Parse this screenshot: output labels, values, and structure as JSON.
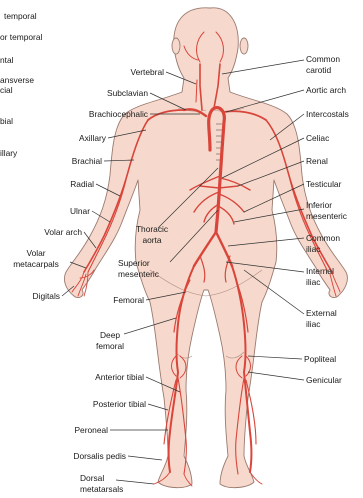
{
  "labels": {
    "left_clipped": {
      "temporal": "temporal",
      "facial": "or temporal",
      "mental": "ntal",
      "transverse_facial_1": "ansverse",
      "transverse_facial_2": "cial",
      "tibial": "bial",
      "maxillary": "illary"
    },
    "left": {
      "vertebral": "Vertebral",
      "subclavian": "Subclavian",
      "brachiocephalic": "Brachiocephalic",
      "axillary": "Axillary",
      "brachial": "Brachial",
      "radial": "Radial",
      "ulnar": "Ulnar",
      "volar_arch": "Volar arch",
      "volar_metacarpals_1": "Volar",
      "volar_metacarpals_2": "metacarpals",
      "digitals": "Digitals",
      "thoracic_aorta_1": "Thoracic",
      "thoracic_aorta_2": "aorta",
      "superior_mesenteric_1": "Superior",
      "superior_mesenteric_2": "mesenteric",
      "femoral": "Femoral",
      "deep_femoral_1": "Deep",
      "deep_femoral_2": "femoral",
      "anterior_tibial": "Anterior tibial",
      "posterior_tibial": "Posterior tibial",
      "peroneal": "Peroneal",
      "dorsalis_pedis": "Dorsalis pedis",
      "dorsal_metatarsals_1": "Dorsal",
      "dorsal_metatarsals_2": "metatarsals"
    },
    "right": {
      "common_carotid_1": "Common",
      "common_carotid_2": "carotid",
      "aortic_arch": "Aortic arch",
      "intercostals": "Intercostals",
      "celiac": "Celiac",
      "renal": "Renal",
      "testicular": "Testicular",
      "inferior_mesenteric_1": "Inferior",
      "inferior_mesenteric_2": "mesenteric",
      "common_iliac_1": "Common",
      "common_iliac_2": "iliac",
      "internal_iliac_1": "Internal",
      "internal_iliac_2": "iliac",
      "external_iliac_1": "External",
      "external_iliac_2": "iliac",
      "popliteal": "Popliteal",
      "genicular": "Genicular"
    }
  },
  "colors": {
    "skin": "#f6d9cc",
    "skin_outline": "#9a7a70",
    "artery": "#d9453b",
    "artery_dark": "#b8322a",
    "leader": "#333333"
  }
}
